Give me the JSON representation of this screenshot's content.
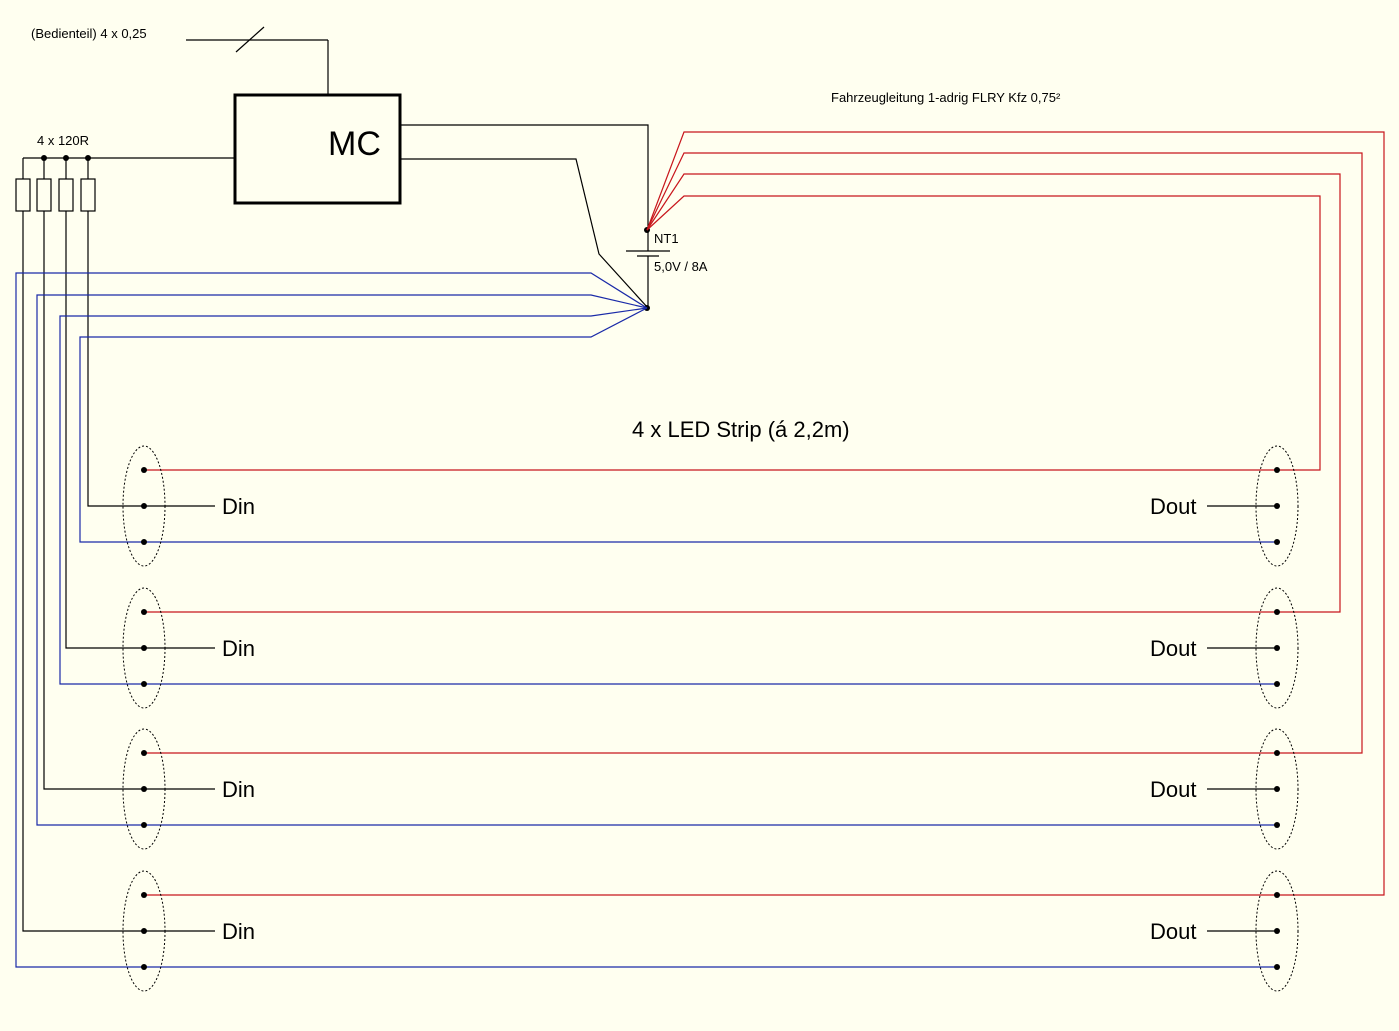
{
  "labels": {
    "bedienteil": "(Bedienteil) 4 x 0,25",
    "resistors": "4 x 120R",
    "mc": "MC",
    "fahrzeugleitung": "Fahrzeugleitung 1-adrig FLRY Kfz 0,75²",
    "psu_name": "NT1",
    "psu_rating": "5,0V / 8A",
    "strip_title": "4 x LED Strip (á 2,2m)"
  },
  "strips": [
    {
      "din": "Din",
      "dout": "Dout"
    },
    {
      "din": "Din",
      "dout": "Dout"
    },
    {
      "din": "Din",
      "dout": "Dout"
    },
    {
      "din": "Din",
      "dout": "Dout"
    }
  ],
  "colors": {
    "background": "#fffff0",
    "positive_wire": "#c8161c",
    "ground_wire": "#1a2aa8",
    "signal_wire": "#000000"
  }
}
